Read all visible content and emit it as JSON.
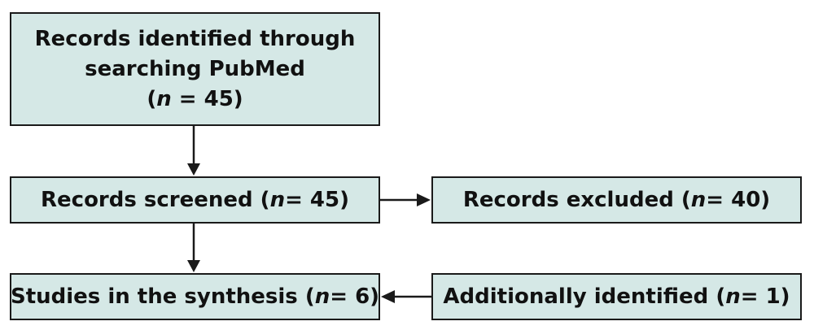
{
  "boxes": {
    "identified": {
      "line1": "Records identified through",
      "line2": "searching PubMed",
      "open": "(",
      "n": "n",
      "rest": " = 45)"
    },
    "screened": {
      "pre": "Records screened (",
      "n": "n",
      "rest": " = 45)"
    },
    "excluded": {
      "pre": "Records excluded (",
      "n": "n",
      "rest": " = 40)"
    },
    "synthesis": {
      "pre": "Studies in the synthesis (",
      "n": "n",
      "rest": " = 6)"
    },
    "additional": {
      "pre": "Additionally identified (",
      "n": "n",
      "rest": " = 1)"
    }
  },
  "colors": {
    "box_fill": "#d5e8e6",
    "border": "#1a1a1a",
    "arrow": "#1a1a1a"
  }
}
